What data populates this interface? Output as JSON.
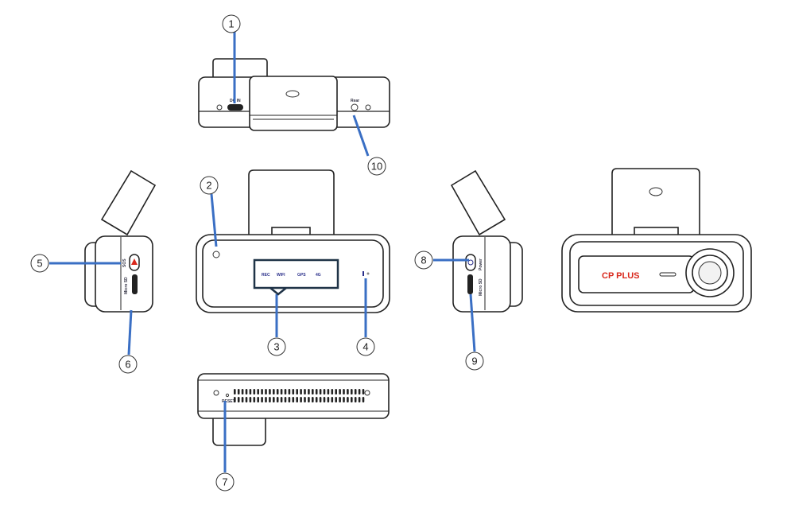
{
  "callouts": [
    "1",
    "2",
    "3",
    "4",
    "5",
    "6",
    "7",
    "8",
    "9",
    "10"
  ],
  "labels": {
    "dc_in": "DC IN",
    "rear": "Rear",
    "power": "Power",
    "micro_sd": "Micro SD",
    "sos": "SOS",
    "reset": "RESET"
  },
  "indicators": [
    "REC",
    "WIFI",
    "GPS",
    "4G"
  ],
  "brand": "CP PLUS",
  "colors": {
    "callout_line": "#3a6fc4",
    "brand": "#d9281c",
    "indicator_box": "#1f3347"
  }
}
